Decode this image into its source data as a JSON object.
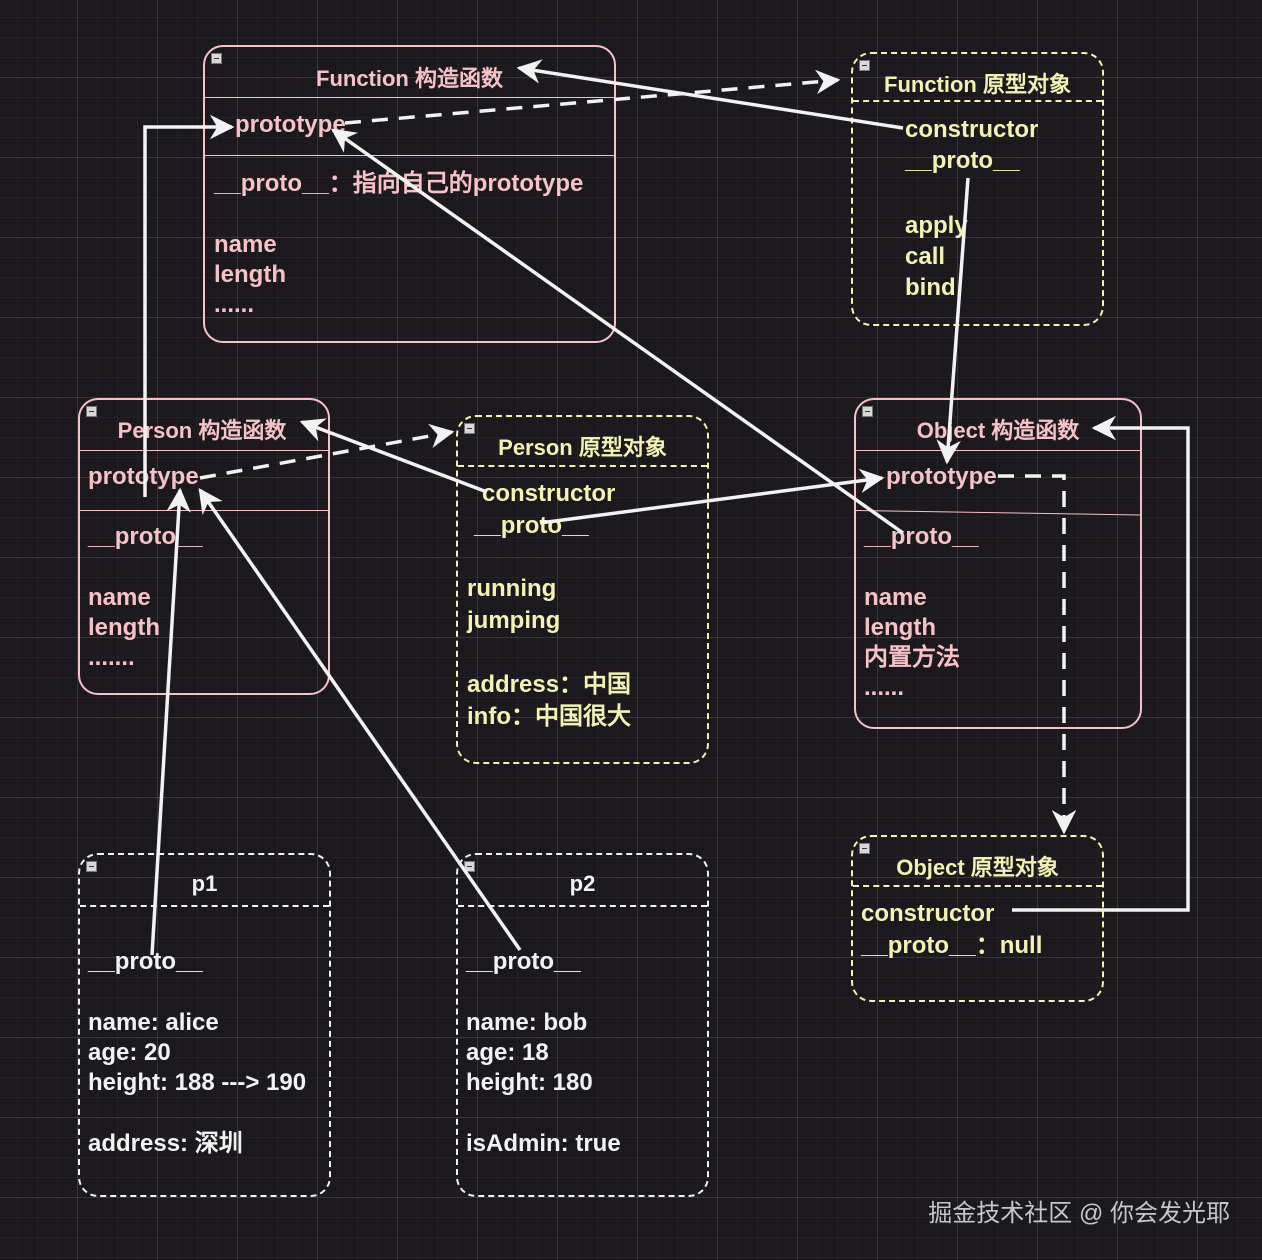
{
  "function_ctor": {
    "title": "Function 构造函数",
    "prototype": "prototype",
    "proto": "__proto__：指向自己的prototype",
    "props": [
      "name",
      "length",
      "......"
    ]
  },
  "function_proto": {
    "title": "Function 原型对象",
    "constructor": "constructor",
    "proto": "__proto__",
    "methods": [
      "apply",
      "call",
      "bind"
    ]
  },
  "person_ctor": {
    "title": "Person  构造函数",
    "prototype": "prototype",
    "proto": "__proto__",
    "props": [
      "name",
      "length",
      "......."
    ]
  },
  "person_proto": {
    "title": "Person 原型对象",
    "constructor": "constructor",
    "proto": "__proto__",
    "methods": [
      "running",
      "jumping"
    ],
    "props": [
      "address：中国",
      "info：中国很大"
    ]
  },
  "object_ctor": {
    "title": "Object 构造函数",
    "prototype": "prototype",
    "proto": "__proto__",
    "props": [
      "name",
      "length",
      "内置方法",
      "......"
    ]
  },
  "object_proto": {
    "title": "Object 原型对象",
    "constructor": "constructor",
    "proto": "__proto__：null"
  },
  "p1": {
    "title": "p1",
    "proto": "__proto__",
    "props": [
      "name: alice",
      "age: 20",
      "height: 188 ---> 190"
    ],
    "extra": "address: 深圳"
  },
  "p2": {
    "title": "p2",
    "proto": "__proto__",
    "props": [
      "name: bob",
      "age: 18",
      "height: 180"
    ],
    "extra": "isAdmin: true"
  },
  "watermark": "掘金技术社区 @ 你会发光耶",
  "colors": {
    "background": "#1b191d",
    "constructor_box": "#f5c2c7",
    "prototype_box": "#f3f2b4",
    "instance_box": "#f2f2f2",
    "arrow": "#f2f2f2"
  }
}
